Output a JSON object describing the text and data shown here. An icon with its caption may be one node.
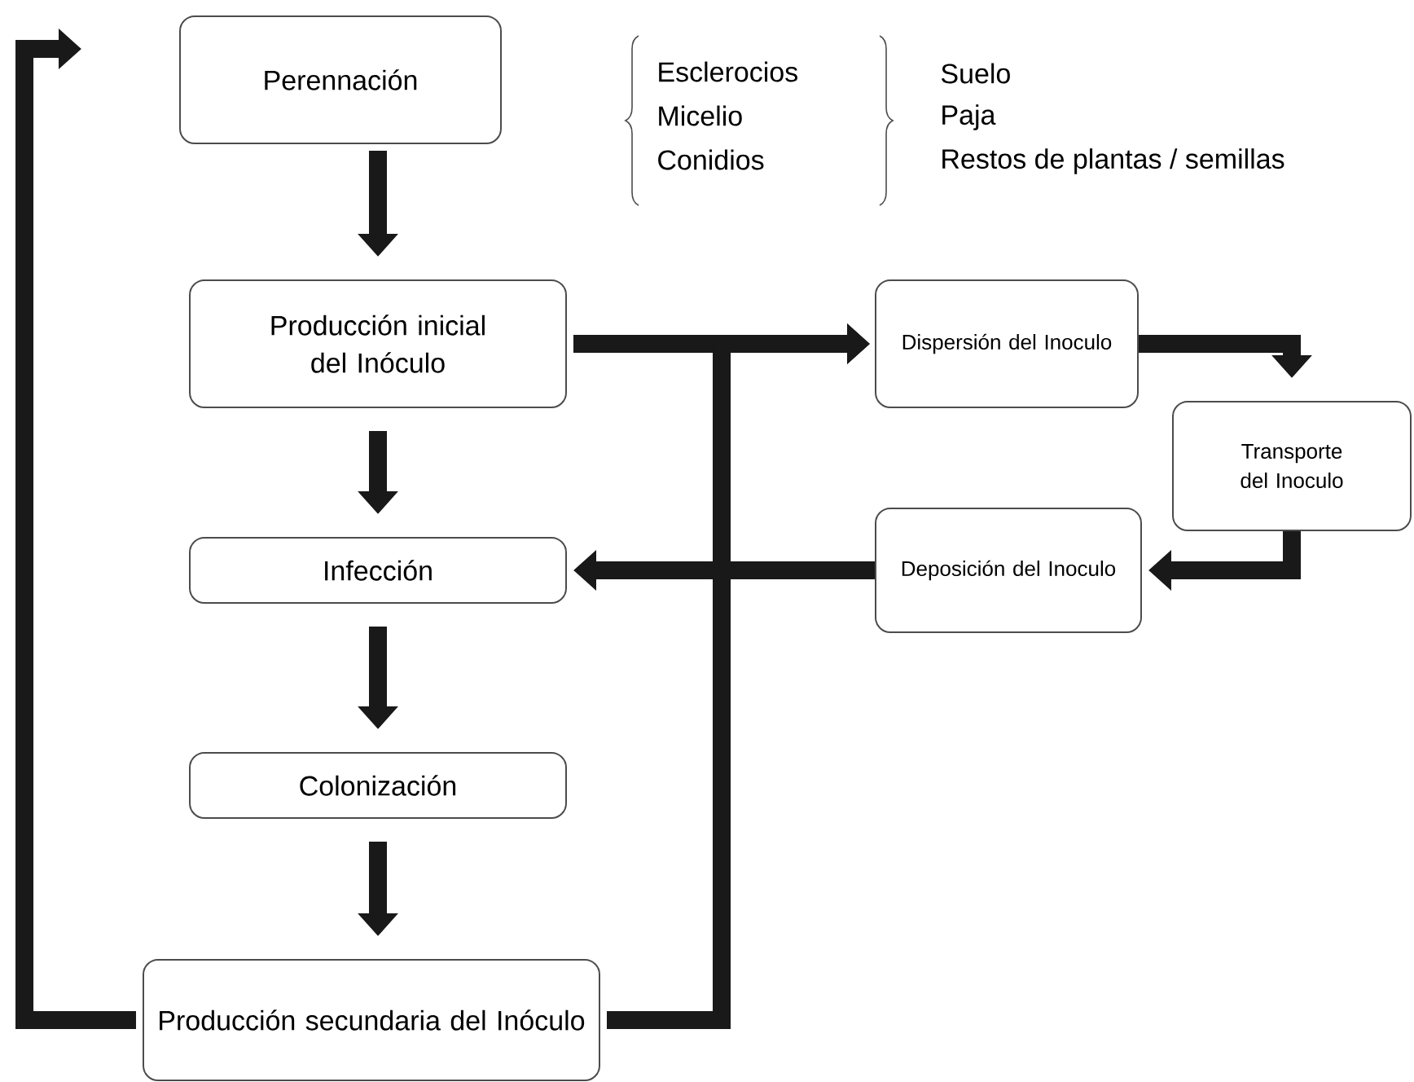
{
  "diagram": {
    "nodes": [
      {
        "text": [
          "Perennación"
        ]
      },
      {
        "text": [
          "Producción inicial del Inóculo"
        ]
      },
      {
        "text": [
          "Infección"
        ]
      },
      {
        "text": [
          "Colonización"
        ]
      },
      {
        "text": [
          "Producción secundaria del Inóculo"
        ]
      },
      {
        "text": [
          "Dispersión del Inoculo"
        ]
      },
      {
        "text": [
          "Transporte del Inoculo"
        ]
      },
      {
        "text": [
          "Deposición del Inoculo"
        ]
      }
    ],
    "edges": [
      {
        "from": 0,
        "to": 1,
        "arrow": "to"
      },
      {
        "from": 1,
        "to": 2,
        "arrow": "to"
      },
      {
        "from": 2,
        "to": 3,
        "arrow": "to"
      },
      {
        "from": 3,
        "to": 4,
        "arrow": "to"
      },
      {
        "from": 1,
        "to": 5,
        "arrow": "to"
      },
      {
        "from": 5,
        "to": 6,
        "arrow": "to"
      },
      {
        "from": 6,
        "to": 7,
        "arrow": "to"
      },
      {
        "from": 7,
        "to": 2,
        "arrow": "to"
      },
      {
        "from": 4,
        "to": 5,
        "arrow": "to"
      },
      {
        "from": 4,
        "to": 0,
        "arrow": "to"
      }
    ],
    "labels": [
      "Esclerocios",
      "Micelio",
      "Conidios",
      "Suelo",
      "Paja",
      "Restos de plantas / semillas"
    ]
  }
}
